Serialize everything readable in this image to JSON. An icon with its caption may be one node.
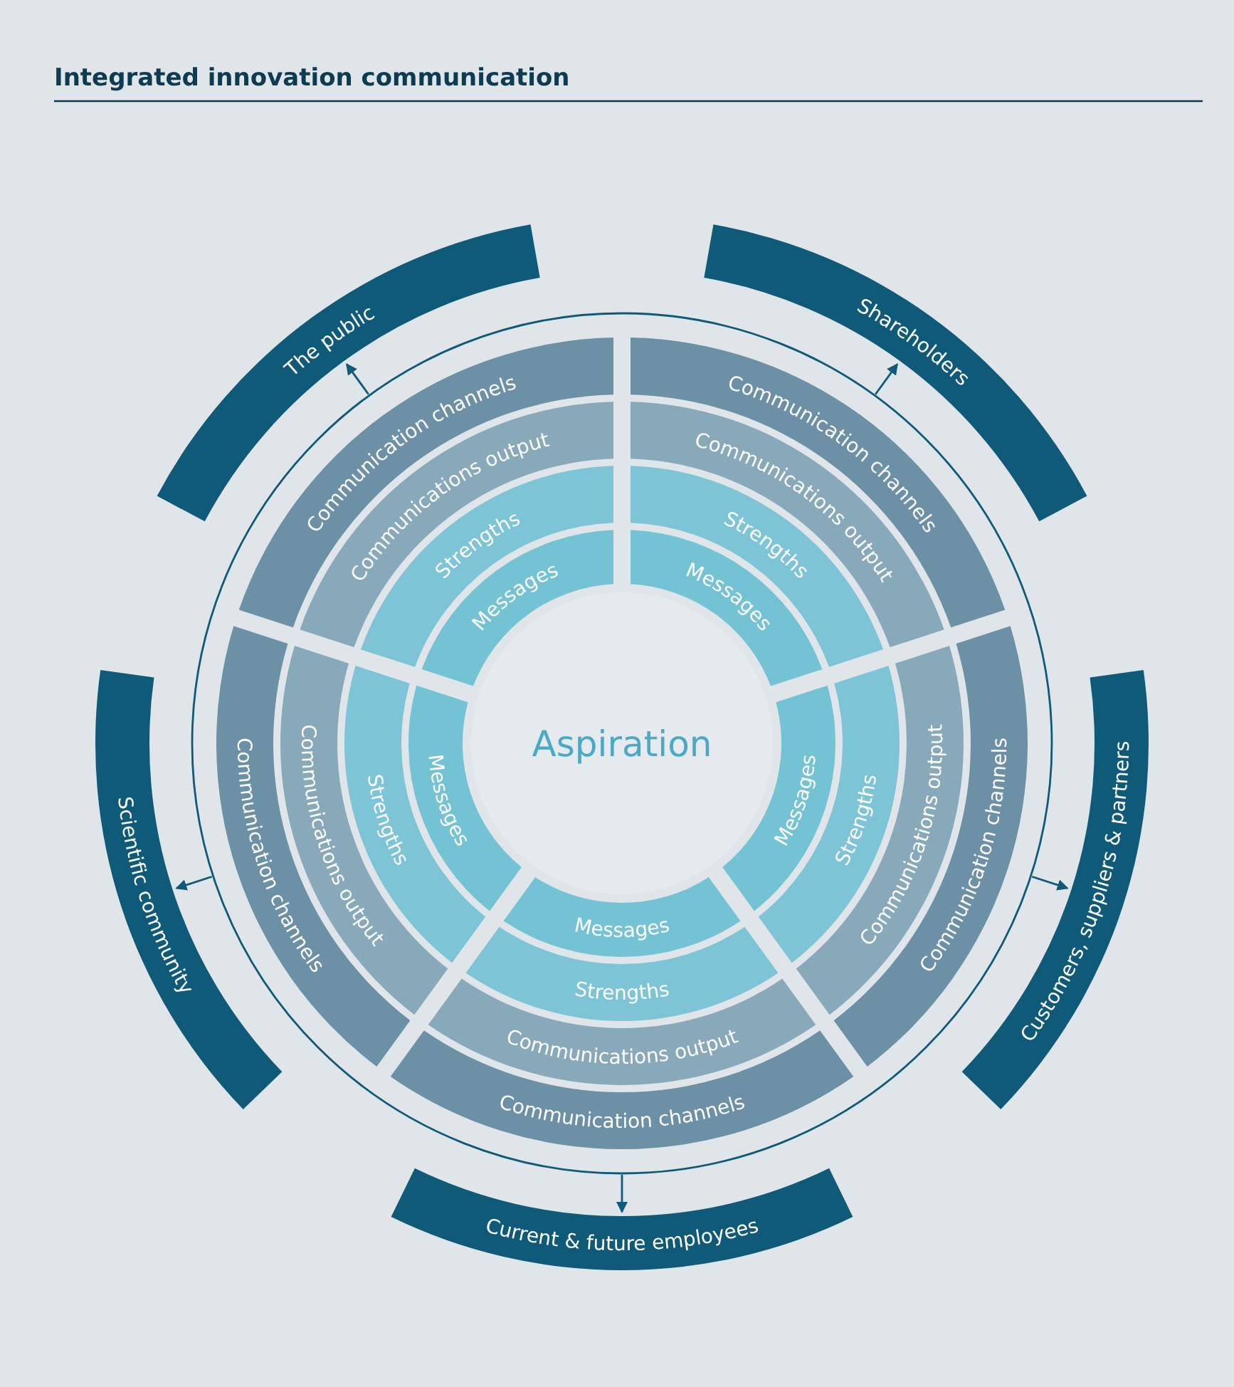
{
  "diagram": {
    "title": "Integrated innovation communication",
    "nodes": [
      {
        "text": [
          "The public"
        ]
      },
      {
        "text": [
          "Shareholders"
        ]
      },
      {
        "text": [
          "Scientific community"
        ]
      },
      {
        "text": [
          "Customers, suppliers & partners"
        ]
      },
      {
        "text": [
          "Current & future employees"
        ]
      },
      {
        "text": [
          "Messages"
        ]
      },
      {
        "text": [
          "Strengths"
        ]
      },
      {
        "text": [
          "Communications output"
        ]
      },
      {
        "text": [
          "Communication channels"
        ]
      },
      {
        "text": [
          "Messages"
        ]
      },
      {
        "text": [
          "Strengths"
        ]
      },
      {
        "text": [
          "Communications output"
        ]
      },
      {
        "text": [
          "Communication channels"
        ]
      },
      {
        "text": [
          "Messages"
        ]
      },
      {
        "text": [
          "Strengths"
        ]
      },
      {
        "text": [
          "Communications output"
        ]
      },
      {
        "text": [
          "Communication channels"
        ]
      },
      {
        "text": [
          "Messages"
        ]
      },
      {
        "text": [
          "Strengths"
        ]
      },
      {
        "text": [
          "Communications output"
        ]
      },
      {
        "text": [
          "Communication channels"
        ]
      },
      {
        "text": [
          "Messages"
        ]
      },
      {
        "text": [
          "Strengths"
        ]
      },
      {
        "text": [
          "Communications output"
        ]
      },
      {
        "text": [
          "Communication channels"
        ]
      },
      {
        "text": [
          "Aspiration"
        ]
      }
    ],
    "edges": [
      {
        "from": null,
        "to": 0,
        "arrow": "to"
      },
      {
        "from": null,
        "to": 1,
        "arrow": "to"
      },
      {
        "from": null,
        "to": 2,
        "arrow": "to"
      },
      {
        "from": null,
        "to": 3,
        "arrow": "to"
      },
      {
        "from": null,
        "to": 4,
        "arrow": "to"
      }
    ]
  }
}
